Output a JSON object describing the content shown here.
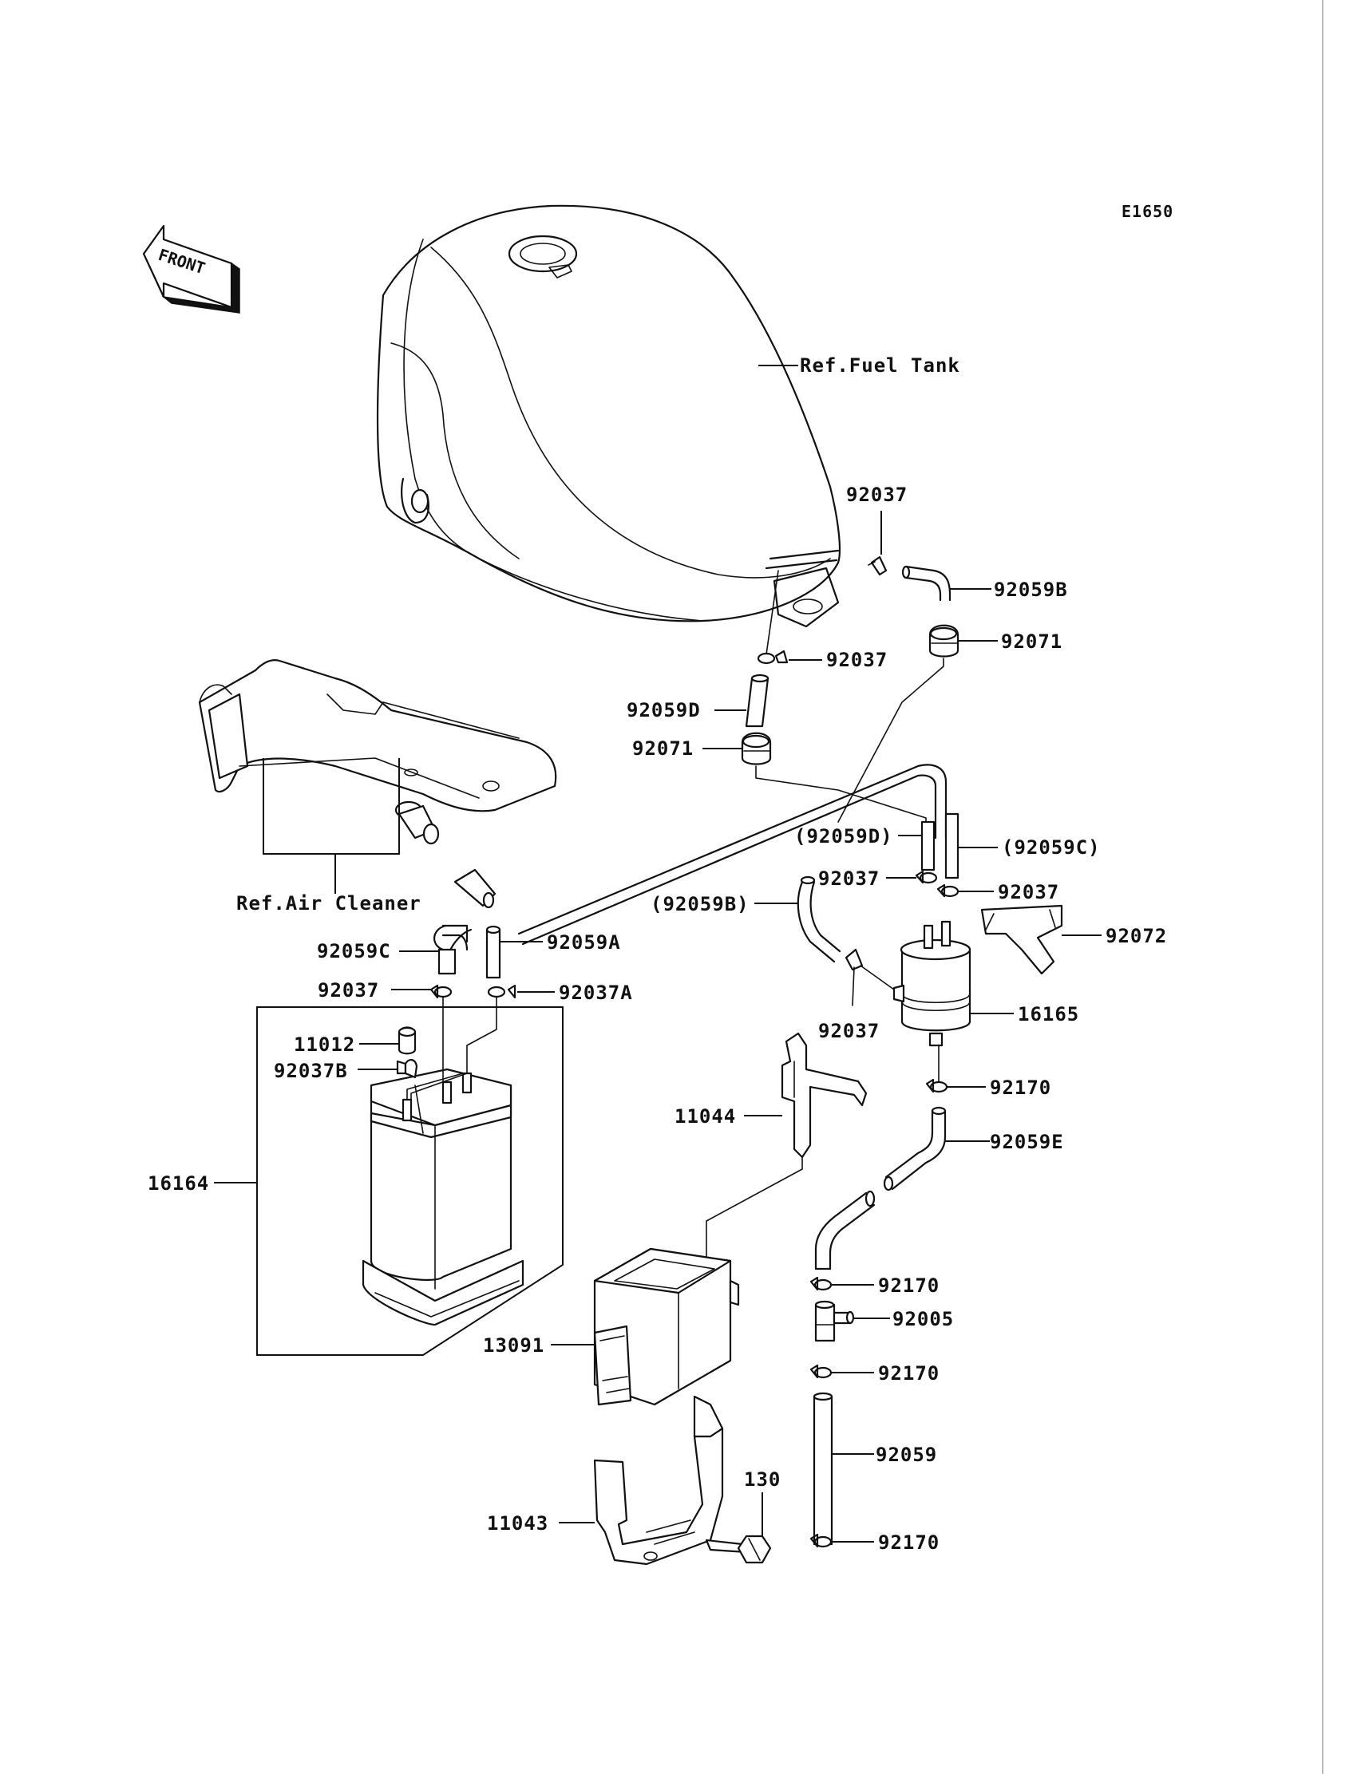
{
  "diagram_code": "E1650",
  "front_arrow": {
    "text": "FRONT",
    "icon": "front-arrow-icon"
  },
  "labels": [
    {
      "id": "ref-fuel-tank",
      "text": "Ref.Fuel Tank"
    },
    {
      "id": "92037-top",
      "text": "92037"
    },
    {
      "id": "92059b",
      "text": "92059B"
    },
    {
      "id": "92071-right",
      "text": "92071"
    },
    {
      "id": "92037-tank",
      "text": "92037"
    },
    {
      "id": "92059d",
      "text": "92059D"
    },
    {
      "id": "92071-left",
      "text": "92071"
    },
    {
      "id": "92059d-paren",
      "text": "(92059D)"
    },
    {
      "id": "92059c-paren",
      "text": "(92059C)"
    },
    {
      "id": "92037-mid1",
      "text": "92037"
    },
    {
      "id": "92037-mid2",
      "text": "92037"
    },
    {
      "id": "92059b-paren",
      "text": "(92059B)"
    },
    {
      "id": "92072",
      "text": "92072"
    },
    {
      "id": "ref-air-cleaner",
      "text": "Ref.Air Cleaner"
    },
    {
      "id": "92059c",
      "text": "92059C"
    },
    {
      "id": "92059a",
      "text": "92059A"
    },
    {
      "id": "92037-canister",
      "text": "92037"
    },
    {
      "id": "92037a",
      "text": "92037A"
    },
    {
      "id": "16165",
      "text": "16165"
    },
    {
      "id": "92037-filter",
      "text": "92037"
    },
    {
      "id": "11012",
      "text": "11012"
    },
    {
      "id": "92037b",
      "text": "92037B"
    },
    {
      "id": "92170-1",
      "text": "92170"
    },
    {
      "id": "11044",
      "text": "11044"
    },
    {
      "id": "92059e",
      "text": "92059E"
    },
    {
      "id": "16164",
      "text": "16164"
    },
    {
      "id": "92170-2",
      "text": "92170"
    },
    {
      "id": "92005",
      "text": "92005"
    },
    {
      "id": "13091",
      "text": "13091"
    },
    {
      "id": "92170-3",
      "text": "92170"
    },
    {
      "id": "92059",
      "text": "92059"
    },
    {
      "id": "130",
      "text": "130"
    },
    {
      "id": "11043",
      "text": "11043"
    },
    {
      "id": "92170-4",
      "text": "92170"
    }
  ]
}
